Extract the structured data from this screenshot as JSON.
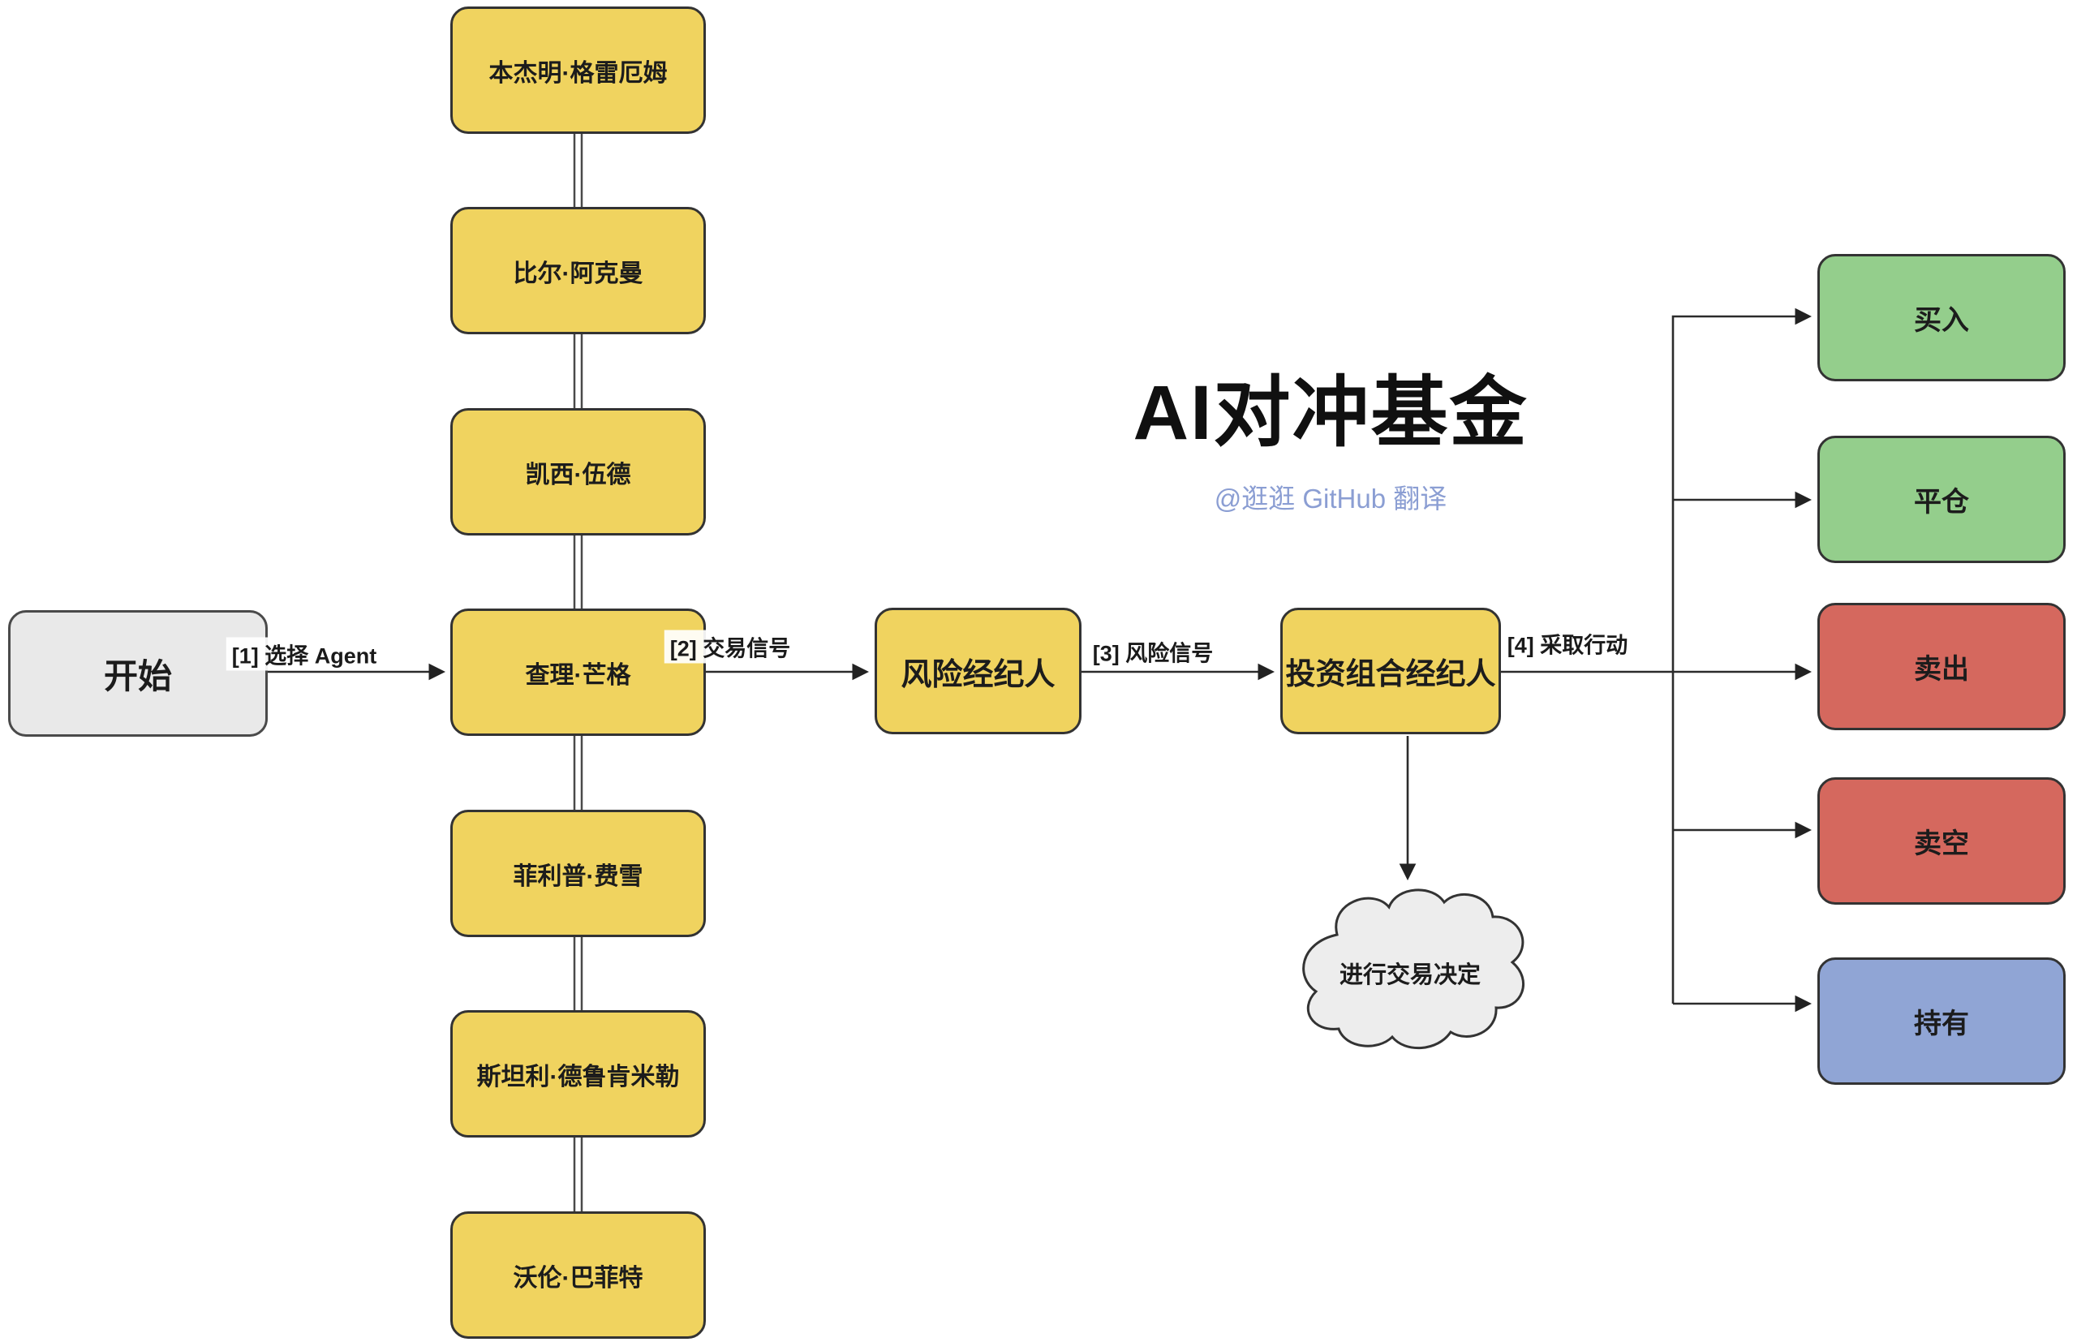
{
  "title": "AI对冲基金",
  "subtitle": "@逛逛 GitHub 翻译",
  "start": {
    "label": "开始"
  },
  "agents": [
    {
      "label": "本杰明·格雷厄姆"
    },
    {
      "label": "比尔·阿克曼"
    },
    {
      "label": "凯西·伍德"
    },
    {
      "label": "查理·芒格"
    },
    {
      "label": "菲利普·费雪"
    },
    {
      "label": "斯坦利·德鲁肯米勒"
    },
    {
      "label": "沃伦·巴菲特"
    }
  ],
  "managers": {
    "risk": {
      "label": "风险经纪人"
    },
    "portfolio": {
      "label": "投资组合经纪人"
    }
  },
  "actions": [
    {
      "label": "买入",
      "color": "#94CE8C"
    },
    {
      "label": "平仓",
      "color": "#94CE8C"
    },
    {
      "label": "卖出",
      "color": "#D5685E"
    },
    {
      "label": "卖空",
      "color": "#D5685E"
    },
    {
      "label": "持有",
      "color": "#90A5D5"
    }
  ],
  "decision_cloud": {
    "label": "进行交易决定"
  },
  "edge_labels": [
    "[1] 选择 Agent",
    "[2] 交易信号",
    "[3] 风险信号",
    "[4] 采取行动"
  ],
  "colors": {
    "agent_fill": "#F0D35F",
    "start_fill": "#E9E9E9",
    "cloud_fill": "#EDEDED",
    "border": "#333333",
    "subtitle_text": "#8B9ED3"
  }
}
